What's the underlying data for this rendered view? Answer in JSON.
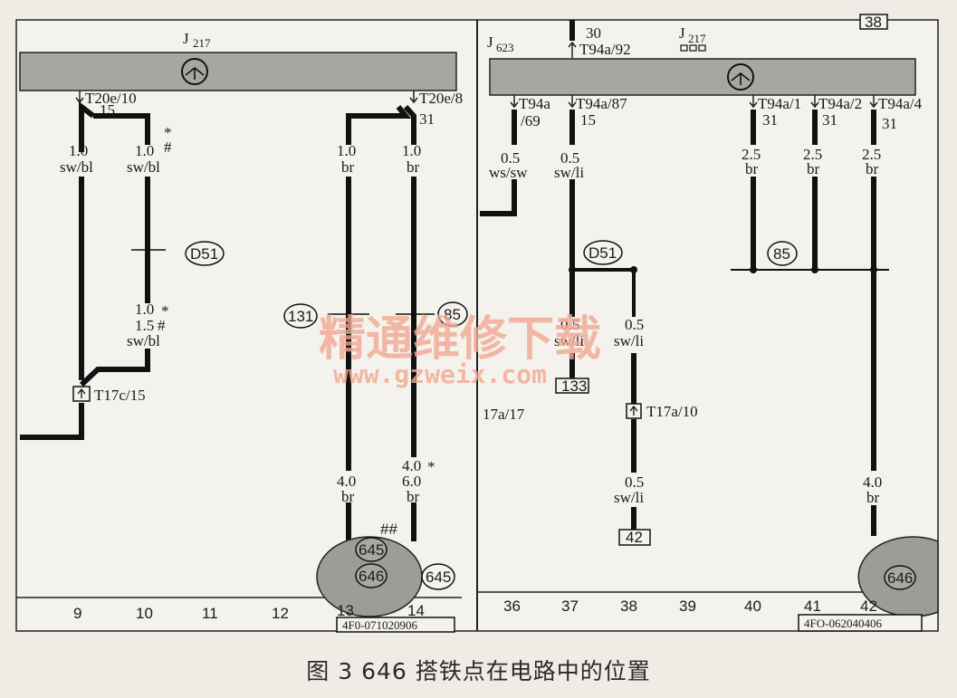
{
  "caption": "图 3  646 搭铁点在电路中的位置",
  "watermark": {
    "line1": "精通维修下载",
    "line2": "www.gzweix.com"
  },
  "left": {
    "module": "J",
    "module_sub": "217",
    "connector_a": "T20e/10",
    "connector_a_pin": "15",
    "connector_b": "T20e/8",
    "connector_b_pin": "31",
    "wire9": {
      "size": "1.0",
      "color": "sw/bl"
    },
    "wire10": {
      "size": "1.0",
      "color": "sw/bl",
      "mark1": "*",
      "mark2": "#"
    },
    "wire10b": {
      "size1": "1.0",
      "mark1": "*",
      "size2": "1.5",
      "mark2": "#",
      "color": "sw/bl"
    },
    "wire13": {
      "size": "1.0",
      "color": "br"
    },
    "wire14": {
      "size": "1.0",
      "color": "br"
    },
    "wire13b": {
      "size": "4.0",
      "color": "br"
    },
    "wire14b": {
      "size1": "4.0",
      "mark1": "*",
      "size2": "6.0",
      "color": "br"
    },
    "d51": "D51",
    "ref131": "131",
    "ref85": "85",
    "t17c": "T17c/15",
    "ground_mark": "##",
    "ground1": "645",
    "ground2": "646",
    "ground3": "645",
    "part_no": "4F0-071020906",
    "columns": [
      "9",
      "10",
      "11",
      "12",
      "13",
      "14"
    ]
  },
  "right": {
    "module": "J",
    "module_sub": "623",
    "module2": "J",
    "module2_sub": "217",
    "top_ref": "38",
    "t30": "30",
    "t94a92": "T94a/92",
    "t94a69a": "T94a",
    "t94a69b": "/69",
    "t94a87": "T94a/87",
    "t94a87_pin": "15",
    "t94a1": "T94a/1",
    "t94a2": "T94a/2",
    "t94a4": "T94a/4",
    "pin31": "31",
    "wire36": {
      "size": "0.5",
      "color": "ws/sw"
    },
    "wire37": {
      "size": "0.5",
      "color": "sw/li"
    },
    "wire40": {
      "size": "2.5",
      "color": "br"
    },
    "wire41": {
      "size": "2.5",
      "color": "br"
    },
    "wire42": {
      "size": "2.5",
      "color": "br"
    },
    "wire37b": {
      "size": "0.5",
      "color": "sw/li"
    },
    "wire38b": {
      "size": "0.5",
      "color": "sw/li"
    },
    "wire38c": {
      "size": "0.5",
      "color": "sw/li"
    },
    "wire42b": {
      "size": "4.0",
      "color": "br"
    },
    "d51": "D51",
    "ref85": "85",
    "ref133": "133",
    "ref42": "42",
    "t17a17": "17a/17",
    "t17a10": "T17a/10",
    "ground": "646",
    "part_no": "4FO-062040406",
    "columns": [
      "36",
      "37",
      "38",
      "39",
      "40",
      "41",
      "42"
    ]
  }
}
